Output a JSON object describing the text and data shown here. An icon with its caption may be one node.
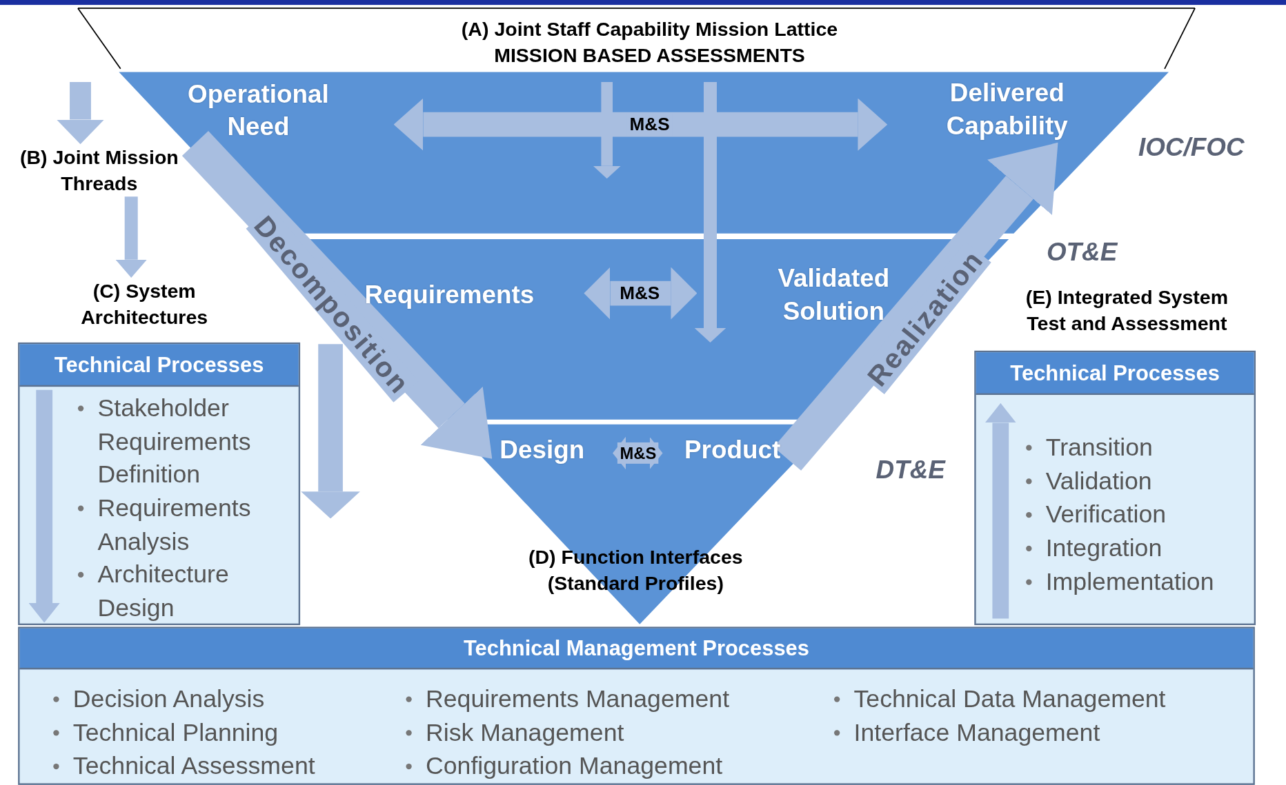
{
  "diagram": {
    "title": "(A) Joint Staff Capability Mission Lattice MISSION BASED ASSESSMENTS",
    "nodes": [
      {
        "text": [
          "Operational Need"
        ]
      },
      {
        "text": [
          "Delivered Capability"
        ]
      },
      {
        "text": [
          "Requirements"
        ]
      },
      {
        "text": [
          "Validated Solution"
        ]
      },
      {
        "text": [
          "Design"
        ]
      },
      {
        "text": [
          "Product"
        ]
      },
      {
        "text": [
          "(B) Joint Mission Threads"
        ]
      },
      {
        "text": [
          "(C) System Architectures"
        ]
      },
      {
        "text": [
          "Technical Processes",
          "Stakeholder Requirements Definition",
          "Requirements Analysis",
          "Architecture Design"
        ]
      },
      {
        "text": [
          "Technical Processes",
          "Transition",
          "Validation",
          "Verification",
          "Integration",
          "Implementation"
        ]
      },
      {
        "text": [
          "Technical Management Processes",
          "Decision Analysis",
          "Technical Planning",
          "Technical Assessment",
          "Requirements Management",
          "Risk Management",
          "Configuration Management",
          "Technical Data Management",
          "Interface Management"
        ]
      }
    ],
    "edges": [
      {
        "from": 0,
        "to": 1,
        "arrow": "both",
        "label": "M&S"
      },
      {
        "from": 2,
        "to": 3,
        "arrow": "both",
        "label": "M&S"
      },
      {
        "from": 4,
        "to": 5,
        "arrow": "both",
        "label": "M&S"
      },
      {
        "from": 0,
        "to": 4,
        "arrow": "to",
        "label": "Decomposition"
      },
      {
        "from": 5,
        "to": 1,
        "arrow": "to",
        "label": "Realization"
      },
      {
        "from": null,
        "to": 6,
        "arrow": "to"
      },
      {
        "from": 6,
        "to": 7,
        "arrow": "to"
      }
    ],
    "labels": [
      "IOC/FOC",
      "OT&E",
      "(E) Integrated System Test and Assessment",
      "DT&E",
      "(D) Function Interfaces (Standard Profiles)"
    ]
  }
}
